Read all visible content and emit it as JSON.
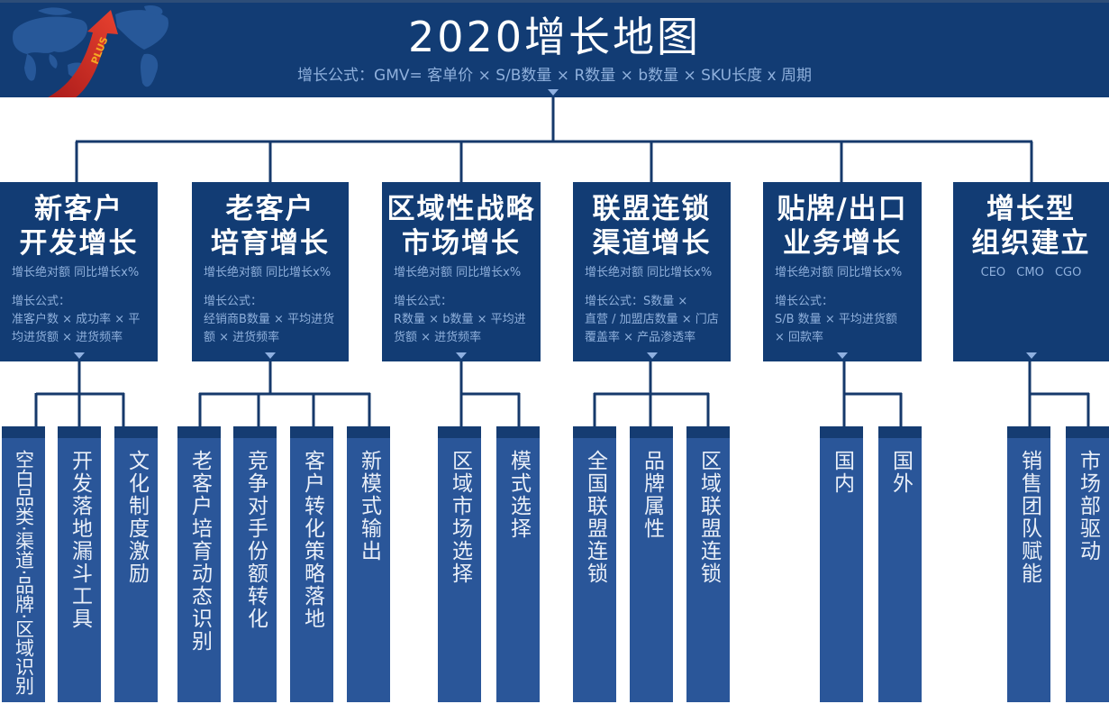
{
  "header": {
    "title": "2020增长地图",
    "formula": "增长公式：GMV= 客单价 × S/B数量 × R数量 × b数量 × SKU长度 x 周期",
    "logo_badge": "PLUS"
  },
  "branches": [
    {
      "title": [
        "新客户",
        "开发增长"
      ],
      "metric": "增长绝对额 同比增长x%",
      "formula": [
        "增长公式：",
        "准客户数 × 成功率 × 平",
        "均进货额 × 进货频率"
      ],
      "children": [
        "空白品类·渠道·品牌·区域识别",
        "开发落地漏斗工具",
        "文化制度激励"
      ]
    },
    {
      "title": [
        "老客户",
        "培育增长"
      ],
      "metric": "增长绝对额 同比增长x%",
      "formula": [
        "增长公式：",
        "经销商B数量 × 平均进货",
        "额 × 进货频率"
      ],
      "children": [
        "老客户培育动态识别",
        "竞争对手份额转化",
        "客户转化策略落地",
        "新模式输出"
      ]
    },
    {
      "title": [
        "区域性战略",
        "市场增长"
      ],
      "metric": "增长绝对额 同比增长x%",
      "formula": [
        "增长公式：",
        "R数量 × b数量 × 平均进",
        "货额 × 进货频率"
      ],
      "children": [
        "区域市场选择",
        "模式选择"
      ]
    },
    {
      "title": [
        "联盟连锁",
        "渠道增长"
      ],
      "metric": "增长绝对额 同比增长x%",
      "formula": [
        "增长公式：S数量 ×",
        "直营 / 加盟店数量 × 门店",
        "覆盖率 × 产品渗透率"
      ],
      "children": [
        "全国联盟连锁",
        "品牌属性",
        "区域联盟连锁"
      ]
    },
    {
      "title": [
        "贴牌/出口",
        "业务增长"
      ],
      "metric": "增长绝对额 同比增长x%",
      "formula": [
        "增长公式：",
        "S/B 数量 × 平均进货额",
        "× 回款率"
      ],
      "children": [
        "国内",
        "国外"
      ]
    },
    {
      "title": [
        "增长型",
        "组织建立"
      ],
      "metric": "CEO CMO CGO",
      "formula": [],
      "children": [
        "销售团队赋能",
        "市场部驱动"
      ]
    }
  ],
  "colors": {
    "banner": "#123c74",
    "main_box": "#123c74",
    "sub_box": "#2a5699",
    "sub_box_header": "#153c72",
    "connector": "#16396b",
    "accent_light": "#8fb0dc",
    "title_text": "#ffffff",
    "sub_text": "#e9eff8",
    "badge": "#f5a623"
  }
}
